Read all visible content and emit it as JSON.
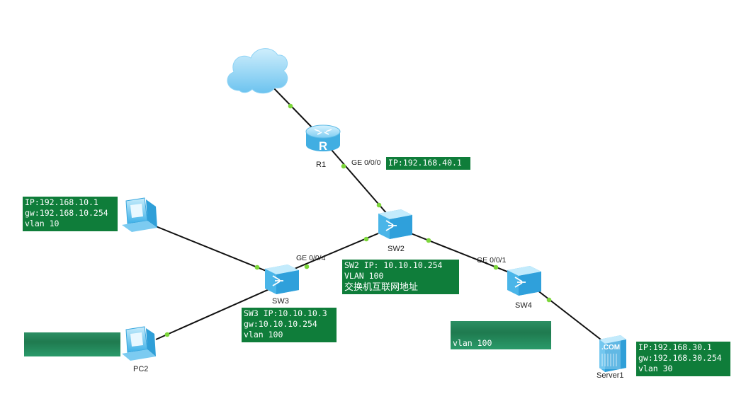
{
  "devices": {
    "r1": {
      "name": "R1"
    },
    "sw2": {
      "name": "SW2"
    },
    "sw3": {
      "name": "SW3"
    },
    "sw4": {
      "name": "SW4"
    },
    "pc2": {
      "name": "PC2"
    },
    "server1": {
      "name": "Server1",
      "label": ".COM"
    },
    "router_mark": "R"
  },
  "ports": {
    "r1_ge": "GE 0/0/0",
    "sw3_ge": "GE 0/0/4",
    "sw4_ge": "GE 0/0/1"
  },
  "notes": {
    "r1": [
      "IP:192.168.40.1"
    ],
    "pc1": [
      "IP:192.168.10.1",
      "gw:192.168.10.254",
      "vlan 10"
    ],
    "sw2": [
      "SW2 IP: 10.10.10.254",
      "VLAN 100",
      "交换机互联网地址"
    ],
    "sw3": [
      "SW3 IP:10.10.10.3",
      "gw:10.10.10.254",
      "vlan 100"
    ],
    "sw4": [
      "vlan 100"
    ],
    "server1": [
      "IP:192.168.30.1",
      "gw:192.168.30.254",
      "vlan 30"
    ]
  },
  "colors": {
    "note_bg": "#0f7d3a",
    "link": "#111111",
    "port_dot": "#7cd63a",
    "device_blue": "#5cc2f0"
  }
}
